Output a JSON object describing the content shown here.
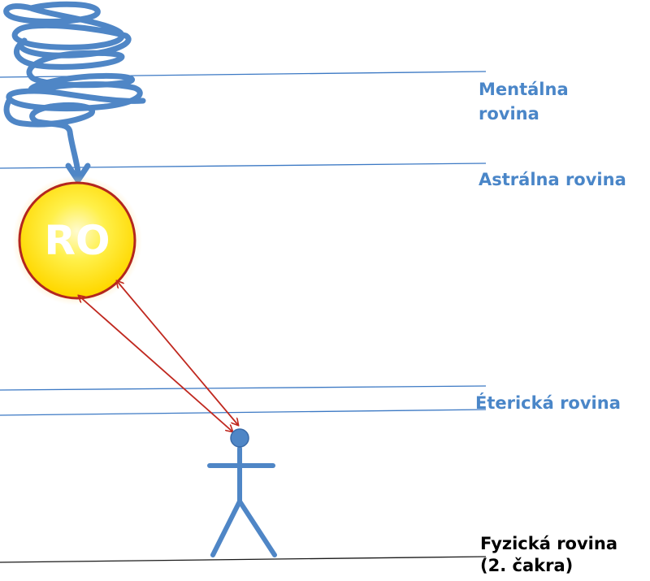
{
  "planes": {
    "mental": {
      "line1": "Mentálna",
      "line2": "rovina"
    },
    "astral": {
      "label": "Astrálna rovina"
    },
    "etheric": {
      "label": "Éterická rovina"
    },
    "physical": {
      "line1": "Fyzická rovina",
      "line2": "(2. čakra)"
    }
  },
  "ro_circle": {
    "label": "RO"
  },
  "colors": {
    "plane_lines": "#3c79c4",
    "plane_label": "#4a86c8",
    "physical_label": "#000000",
    "scribble": "#4f86c6",
    "figure": "#4f86c6",
    "arrows": "#c0281f",
    "ro_fill": "#ffe600",
    "ro_border": "#b3261e"
  }
}
